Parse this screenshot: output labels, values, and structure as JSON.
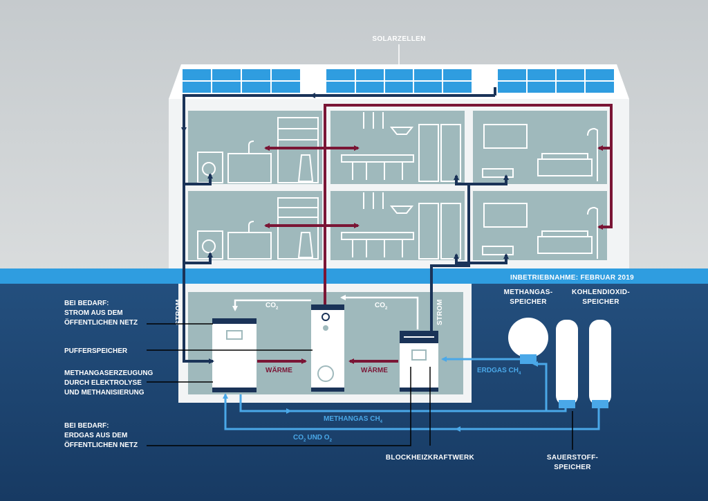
{
  "labels": {
    "solar": "SOLARZELLEN",
    "commissioning": "INBETRIEBNAHME: FEBRUAR 2019",
    "strom_left": "STROM",
    "strom_right": "STROM",
    "grid_power_l1": "BEI BEDARF:",
    "grid_power_l2": "STROM AUS DEM",
    "grid_power_l3": "ÖFFENTLICHEN NETZ",
    "buffer": "PUFFERSPEICHER",
    "methane_prod_l1": "METHANGASERZEUGUNG",
    "methane_prod_l2": "DURCH ELEKTROLYSE",
    "methane_prod_l3": "UND METHANISIERUNG",
    "grid_gas_l1": "BEI BEDARF:",
    "grid_gas_l2": "ERDGAS AUS DEM",
    "grid_gas_l3": "ÖFFENTLICHEN NETZ",
    "methane_store_l1": "METHANGAS-",
    "methane_store_l2": "SPEICHER",
    "co2_store_l1": "KOHLENDIOXID-",
    "co2_store_l2": "SPEICHER",
    "oxygen_store_l1": "SAUERSTOFF-",
    "oxygen_store_l2": "SPEICHER",
    "chp": "BLOCKHEIZKRAFTWERK"
  },
  "flows": {
    "co2_left": "CO",
    "co2_left_sub": "2",
    "co2_right": "CO",
    "co2_right_sub": "2",
    "heat_left": "WÄRME",
    "heat_right": "WÄRME",
    "natural_gas": "ERDGAS CH",
    "natural_gas_sub": "4",
    "methane_gas": "METHANGAS CH",
    "methane_gas_sub": "4",
    "co2_o2_a": "CO",
    "co2_o2_a_sub": "2",
    "co2_o2_b": "UND O",
    "co2_o2_b_sub": "2"
  },
  "colors": {
    "wall_top": "#c9ced1",
    "underground": "#1f4a78",
    "accent_blue": "#2f9de0",
    "light_blue": "#4aa8e8",
    "navy": "#1a3358",
    "heat_red": "#7a1535",
    "room": "#9fb9bc",
    "house_white": "#f2f4f5"
  }
}
